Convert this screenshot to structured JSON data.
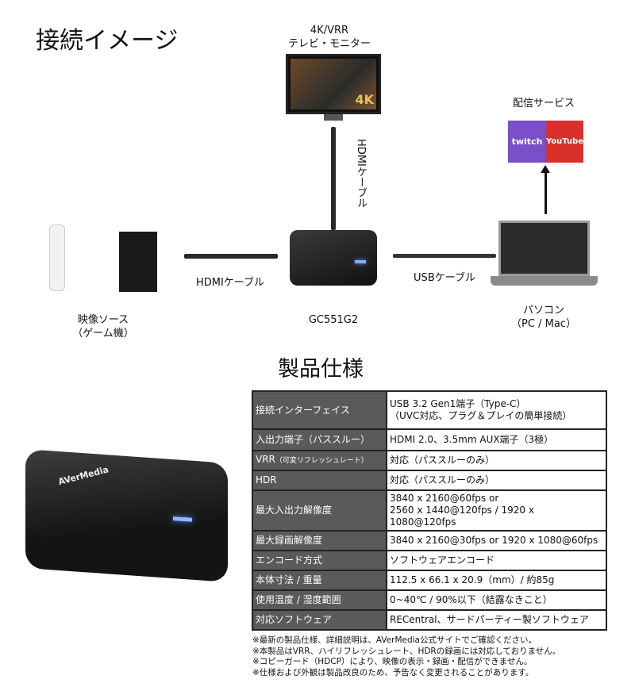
{
  "diagram": {
    "title": "接続イメージ",
    "tv_label": [
      "4K/VRR",
      "テレビ・モニター"
    ],
    "tv_badge": "4K",
    "hdmi_cable_vertical": "HDMIケーブル",
    "streaming_label": "配信サービス",
    "twitch": "twitch",
    "youtube": "YouTube",
    "source_label": [
      "映像ソース",
      "（ゲーム機）"
    ],
    "hdmi_cable": "HDMIケーブル",
    "device_label": "GC551G2",
    "usb_cable": "USBケーブル",
    "pc_label": [
      "パソコン",
      "（PC / Mac）"
    ]
  },
  "specs": {
    "title": "製品仕様",
    "product_logo": "AVerMedia",
    "rows": [
      {
        "k": "接続インターフェイス",
        "v": [
          "USB 3.2 Gen1端子（Type-C）",
          "（UVC対応、プラグ＆プレイの簡単接続）"
        ]
      },
      {
        "k": "入出力端子（パススルー）",
        "v": [
          "HDMI 2.0、3.5mm  AUX端子（3極）"
        ]
      },
      {
        "k": "VRR",
        "k_small": "（可変リフレッシュレート）",
        "v": [
          "対応（パススルーのみ）"
        ]
      },
      {
        "k": "HDR",
        "v": [
          "対応（パススルーのみ）"
        ]
      },
      {
        "k": "最大入出力解像度",
        "v": [
          "3840 x 2160@60fps or",
          "2560 x 1440@120fps / 1920 x",
          "1080@120fps"
        ]
      },
      {
        "k": "最大録画解像度",
        "v": [
          "3840 x 2160@30fps or 1920 x 1080@60fps"
        ]
      },
      {
        "k": "エンコード方式",
        "v": [
          "ソフトウェアエンコード"
        ]
      },
      {
        "k": "本体寸法 / 重量",
        "v": [
          "112.5 x 66.1 x 20.9（mm）/ 約85g"
        ]
      },
      {
        "k": "使用温度 / 湿度範囲",
        "v": [
          "0~40℃ / 90%以下（結露なきこと）"
        ]
      },
      {
        "k": "対応ソフトウェア",
        "v": [
          "RECentral、サードパーティー製ソフトウェア"
        ]
      }
    ],
    "notes": [
      "※最新の製品仕様、詳細説明は、AVerMedia公式サイトでご確認ください。",
      "※本製品はVRR、ハイリフレッシュレート、HDRの録画には対応しておりません。",
      "※コピーガード（HDCP）により、映像の表示・録画・配信ができません。",
      "※仕様および外観は製品改良のため、予告なく変更されることがあります。"
    ]
  }
}
